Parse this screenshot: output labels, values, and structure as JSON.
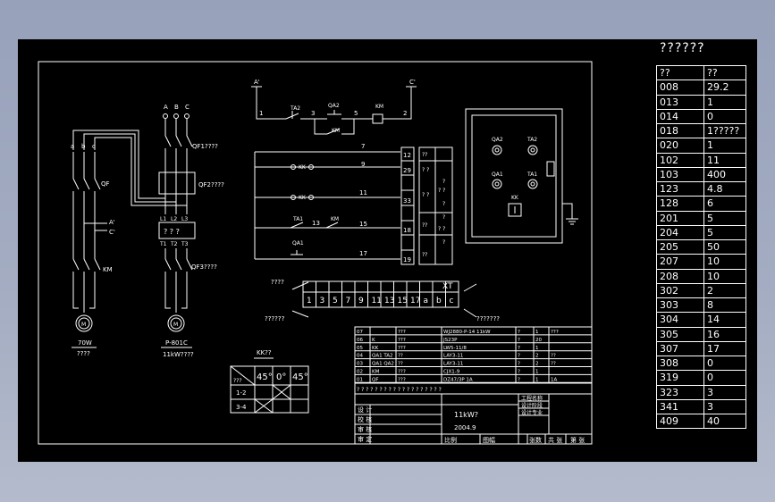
{
  "code_table": {
    "title": "??????",
    "header": [
      "??",
      "??"
    ],
    "rows": [
      [
        "008",
        "29.2"
      ],
      [
        "013",
        "1"
      ],
      [
        "014",
        "0"
      ],
      [
        "018",
        "1?????"
      ],
      [
        "020",
        "1"
      ],
      [
        "102",
        "11"
      ],
      [
        "103",
        "400"
      ],
      [
        "123",
        "4.8"
      ],
      [
        "128",
        "6"
      ],
      [
        "201",
        "5"
      ],
      [
        "204",
        "5"
      ],
      [
        "205",
        "50"
      ],
      [
        "207",
        "10"
      ],
      [
        "208",
        "10"
      ],
      [
        "302",
        "2"
      ],
      [
        "303",
        "8"
      ],
      [
        "304",
        "14"
      ],
      [
        "305",
        "16"
      ],
      [
        "307",
        "17"
      ],
      [
        "308",
        "0"
      ],
      [
        "319",
        "0"
      ],
      [
        "323",
        "3"
      ],
      [
        "341",
        "3"
      ],
      [
        "409",
        "40"
      ]
    ]
  },
  "schematic": {
    "left_phase": [
      "a",
      "b",
      "c"
    ],
    "right_phase": [
      "A",
      "B",
      "C"
    ],
    "qf": "QF",
    "qf1": "QF1????",
    "qf2": "QF2????",
    "qf3": "QF3????",
    "km": "KM",
    "a_prime": "A'",
    "c_prime": "C'",
    "motor_left_rating": "70W",
    "motor_left_note": "????",
    "motor_right_model": "P-801C",
    "motor_right_rating": "11kW????",
    "relay_q": "? ? ?",
    "terms_top": [
      "L1",
      "L2",
      "L3"
    ],
    "terms_bot": [
      "T1",
      "T2",
      "T3"
    ]
  },
  "control": {
    "a_prime": "A'",
    "c_prime": "C'",
    "ta2": "TA2",
    "qa2": "QA2",
    "km": "KM",
    "ta1": "TA1",
    "qa1": "QA1",
    "kk": "KK",
    "nodes": [
      "1",
      "3",
      "5",
      "2",
      "7",
      "9",
      "11",
      "13",
      "15",
      "17"
    ],
    "xt_terms": [
      "12",
      "29",
      "33",
      "18",
      "19"
    ],
    "right_block_q": [
      "??",
      "? ?",
      "?",
      "? ?",
      "?",
      "? ?",
      "?",
      "??",
      "? ?",
      "?",
      "??"
    ]
  },
  "panel": {
    "labels": [
      "QA2",
      "TA2",
      "QA1",
      "TA1",
      "KK"
    ]
  },
  "terminal_strip": {
    "label": "XT",
    "left_label": "????",
    "bottom_left_label": "??????",
    "bottom_right_label": "???????",
    "cells": [
      "1",
      "3",
      "5",
      "7",
      "9",
      "11",
      "13",
      "15",
      "17",
      "a",
      "b",
      "c"
    ]
  },
  "kk_table": {
    "title": "KK??",
    "header": [
      "???",
      "45°",
      "0°",
      "45°"
    ],
    "rows": [
      "1-2",
      "3-4"
    ]
  },
  "bom": {
    "rows": [
      [
        "07",
        "",
        "???",
        "WJ2880-P-14  11kW",
        "?",
        "1",
        "???"
      ],
      [
        "06",
        "K",
        "???",
        "JS23P",
        "?",
        "20",
        ""
      ],
      [
        "05",
        "KK",
        "???",
        "LW5-11/8",
        "?",
        "1",
        ""
      ],
      [
        "04",
        "QA1 TA2",
        "??",
        "LAY3-11",
        "?",
        "2",
        "??"
      ],
      [
        "03",
        "QA1 QA2",
        "??",
        "LAY3-11",
        "?",
        "2",
        "??"
      ],
      [
        "02",
        "KM",
        "???",
        "CJX1-9",
        "?",
        "1",
        ""
      ],
      [
        "01",
        "QF",
        "???",
        "DZ47/3P 1A",
        "?",
        "1",
        "1A"
      ]
    ],
    "header_row": "? ?   ? ?      ? ?       ? ? ?          ? ?   ? ?   ? ?   ? ?       ? ?"
  },
  "title_block": {
    "left_labels": [
      "设 计",
      "校 核",
      "审 核",
      "审 定"
    ],
    "title": "11kW?",
    "date": "2004.9",
    "right_labels": [
      "工程名称",
      "设计阶段",
      "设计专业"
    ],
    "bottom": [
      "比例",
      "图幅",
      "张数",
      "共 张",
      "第 张"
    ]
  }
}
